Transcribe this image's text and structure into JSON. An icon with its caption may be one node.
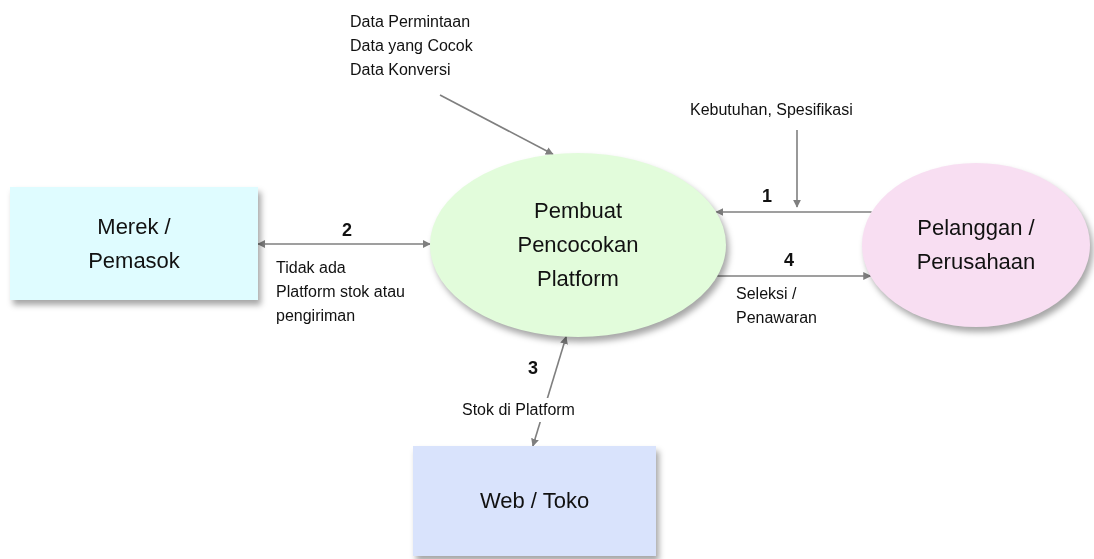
{
  "diagram": {
    "nodes": [
      {
        "text": [
          "Merek / Pemasok"
        ]
      },
      {
        "text": [
          "Pembuat Pencocokan Platform"
        ]
      },
      {
        "text": [
          "Pelanggan / Perusahaan"
        ]
      },
      {
        "text": [
          "Web / Toko"
        ]
      },
      {
        "text": [
          "Data Permintaan Data yang Cocok Data Konversi"
        ]
      },
      {
        "text": [
          "Kebutuhan, Spesifikasi"
        ]
      }
    ],
    "edges": [
      {
        "from": 2,
        "to": 1,
        "arrow": "to",
        "label": "1"
      },
      {
        "from": 0,
        "to": 1,
        "arrow": "both",
        "label": "2"
      },
      {
        "from": 1,
        "to": 3,
        "arrow": "both",
        "label": "3"
      },
      {
        "from": 1,
        "to": 2,
        "arrow": "to",
        "label": "4"
      },
      {
        "from": 4,
        "to": 1,
        "arrow": "to"
      },
      {
        "from": 5,
        "to": null,
        "arrow": "to"
      }
    ],
    "labels": [
      "Tidak ada Platform stok atau pengiriman",
      "Seleksi / Penawaran",
      "Stok di Platform"
    ]
  }
}
